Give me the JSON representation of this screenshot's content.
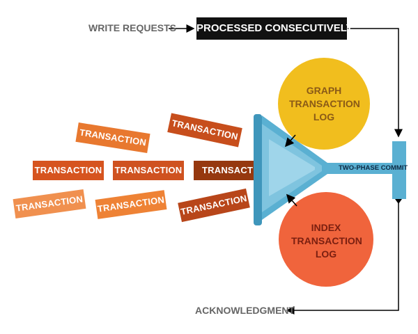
{
  "write_requests": "WRITE REQUESTS",
  "processed_consecutively": "PROCESSED CONSECUTIVELY",
  "acknowledgment": "ACKNOWLEDGMENT",
  "two_phase_commit": "TWO-PHASE COMMIT",
  "graph_log": "GRAPH\nTRANSACTION\nLOG",
  "index_log": "INDEX\nTRANSACTION\nLOG",
  "transactions": [
    {
      "label": "TRANSACTION",
      "color": "#e8782f"
    },
    {
      "label": "TRANSACTION",
      "color": "#c74e1c"
    },
    {
      "label": "TRANSACTION",
      "color": "#d6541f"
    },
    {
      "label": "TRANSACTION",
      "color": "#cf5220"
    },
    {
      "label": "TRANSACTION",
      "color": "#96380f"
    },
    {
      "label": "TRANSACTION",
      "color": "#f0904f"
    },
    {
      "label": "TRANSACTION",
      "color": "#ee8235"
    },
    {
      "label": "TRANSACTION",
      "color": "#b8461a"
    }
  ],
  "colors": {
    "funnel": "#5ab0d2",
    "funnel_light": "#8fcde4",
    "funnel_dark": "#3f96bb",
    "graph_circle": "#f1be1e",
    "graph_text": "#8a5a17",
    "index_circle": "#f0643c",
    "index_text": "#7a1f10",
    "label_grey": "#666666",
    "title_bg": "#111111"
  }
}
